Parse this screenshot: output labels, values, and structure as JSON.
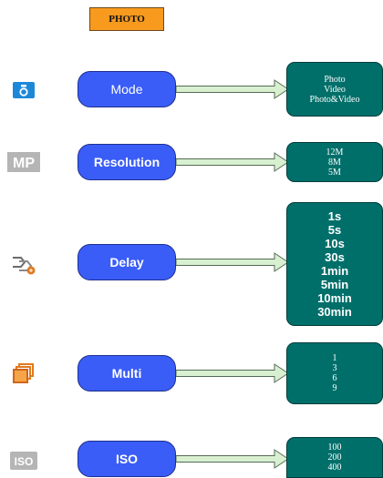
{
  "title": "PHOTO",
  "colors": {
    "title_bg": "#f79a1e",
    "button_bg": "#3a5df7",
    "options_bg": "#006f6a",
    "arrow_fill": "#d8f0d0",
    "arrow_stroke": "#556b55"
  },
  "rows": [
    {
      "icon": "camera-icon",
      "label": "Mode",
      "options": [
        "Photo",
        "Video",
        "Photo&Video"
      ]
    },
    {
      "icon": "mp-icon",
      "icon_text": "MP",
      "label": "Resolution",
      "options": [
        "12M",
        "8M",
        "5M"
      ]
    },
    {
      "icon": "delay-icon",
      "label": "Delay",
      "options": [
        "1s",
        "5s",
        "10s",
        "30s",
        "1min",
        "5min",
        "10min",
        "30min"
      ]
    },
    {
      "icon": "multi-shot-icon",
      "label": "Multi",
      "options": [
        "1",
        "3",
        "6",
        "9"
      ]
    },
    {
      "icon": "iso-icon",
      "icon_text": "ISO",
      "label": "ISO",
      "options": [
        "100",
        "200",
        "400"
      ]
    }
  ]
}
